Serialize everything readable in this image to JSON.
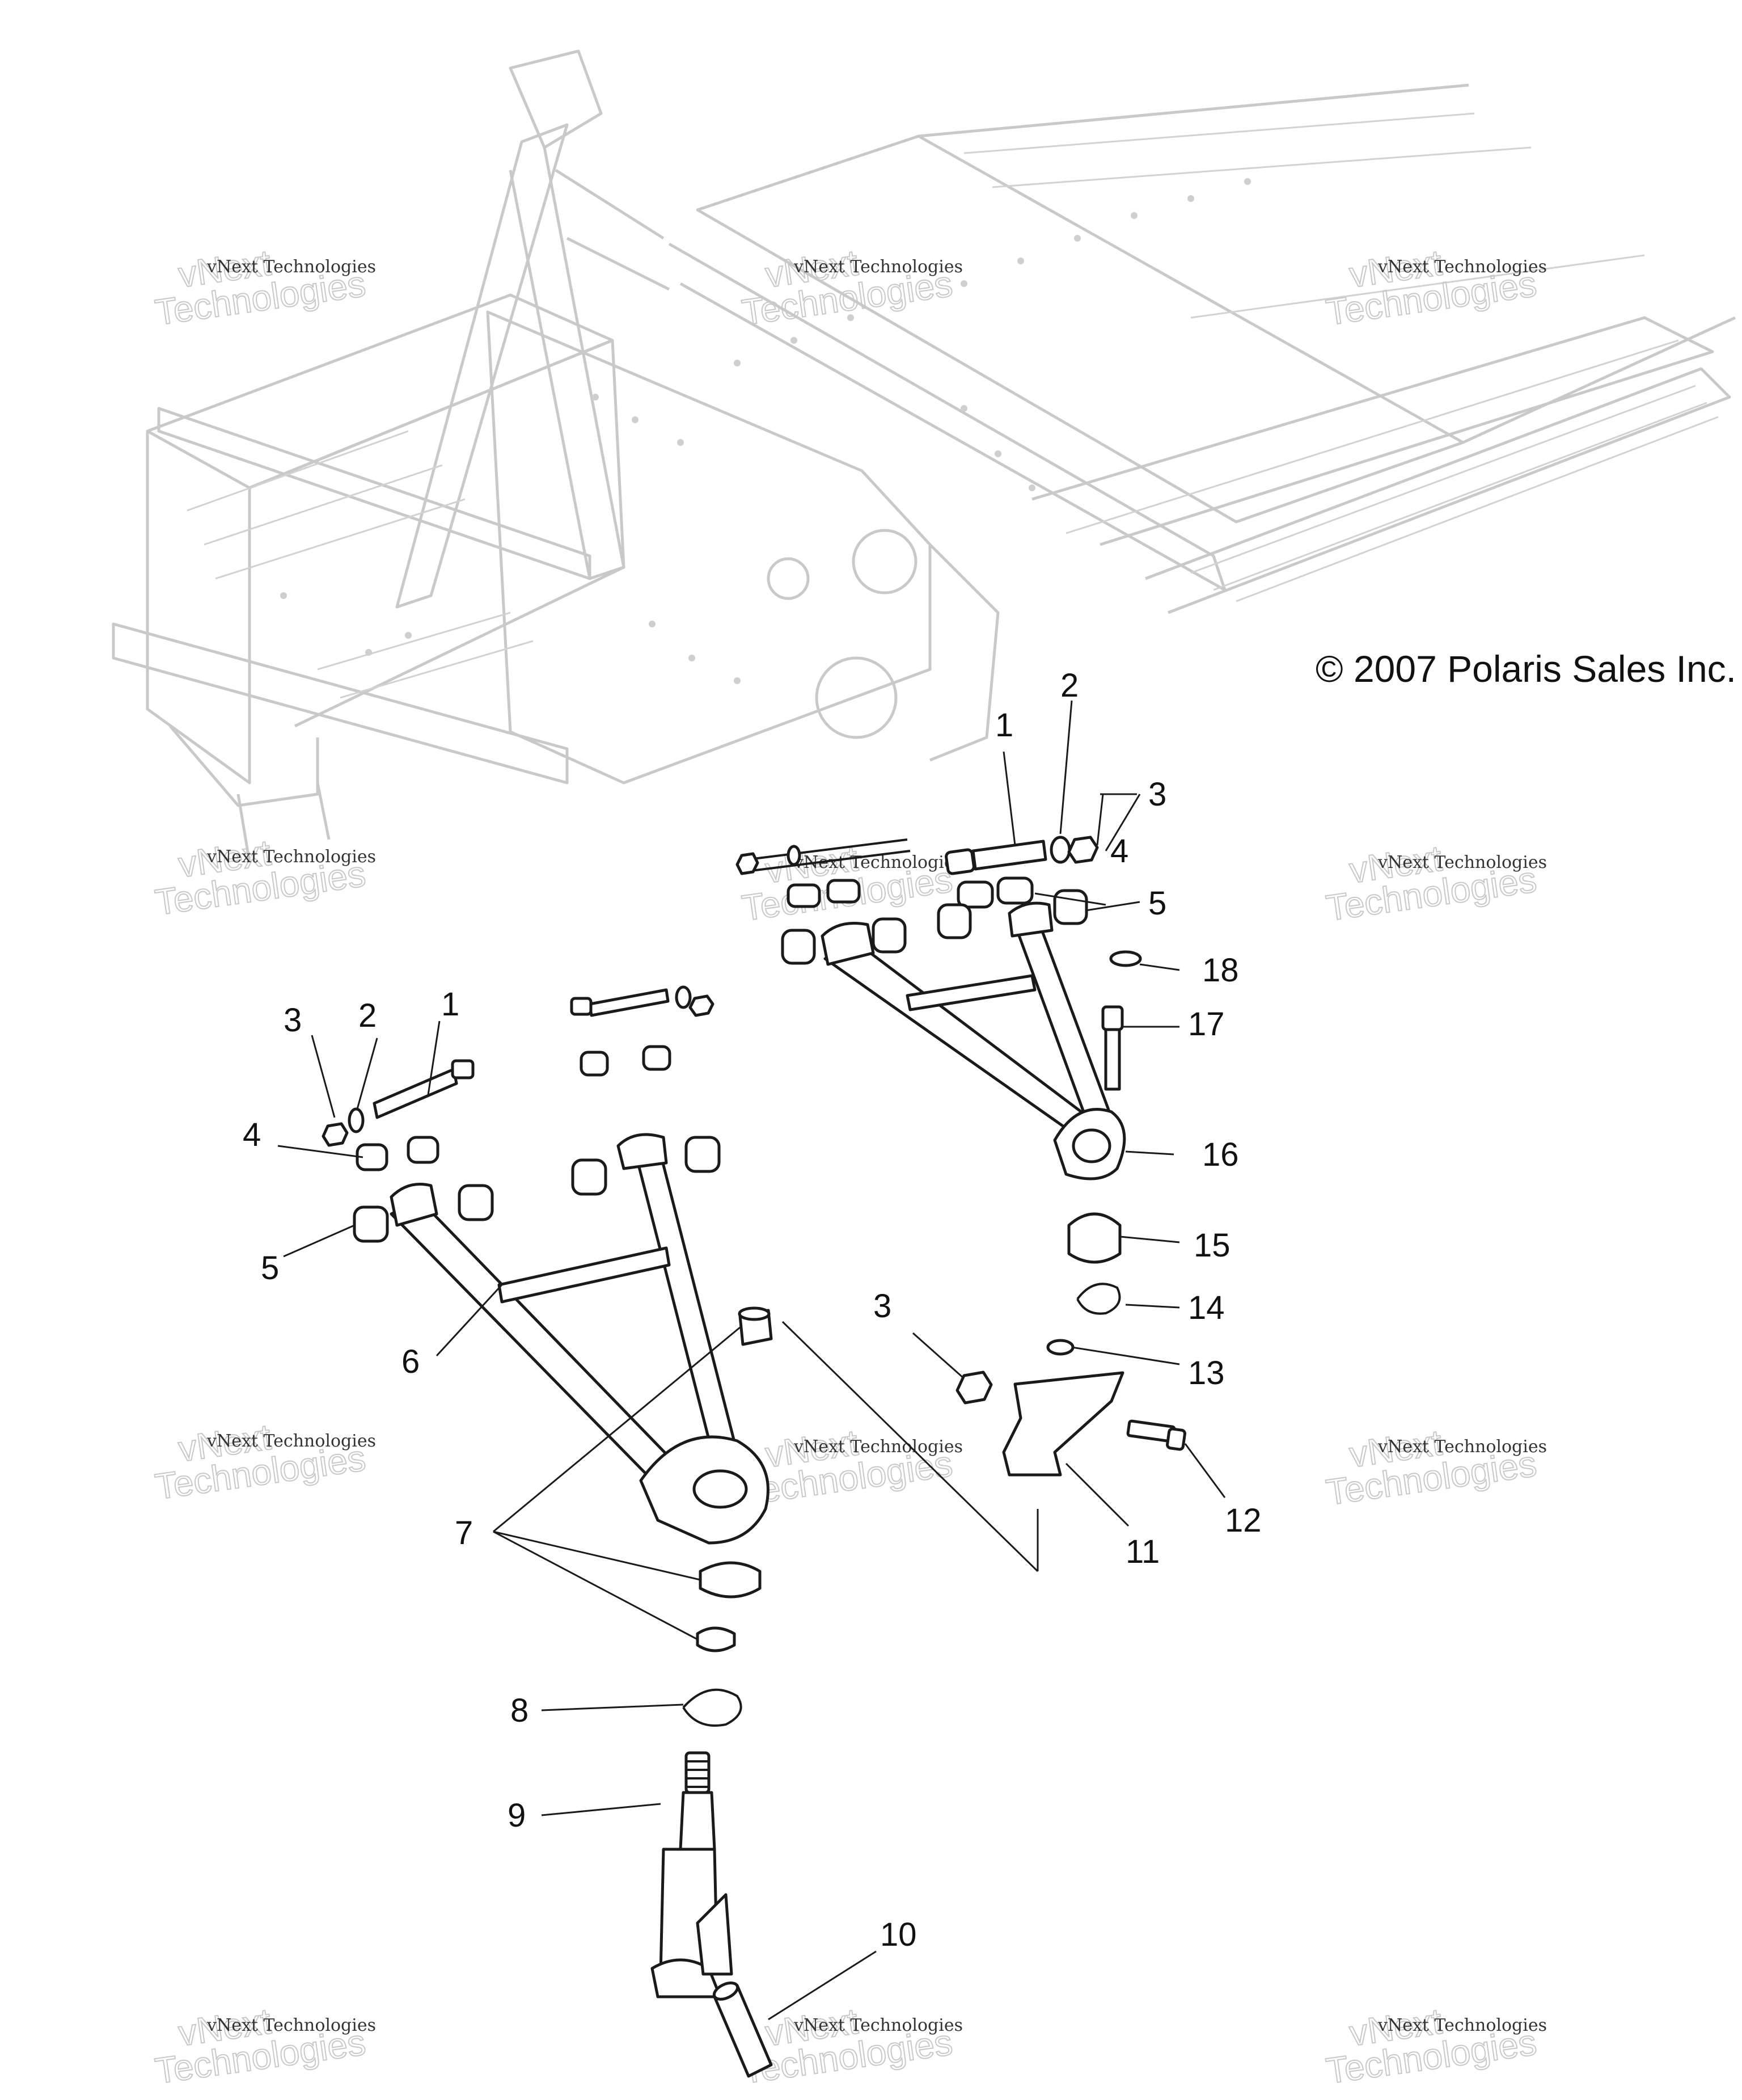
{
  "copyright": "© 2007 Polaris Sales Inc.",
  "watermark": {
    "line1": "vNext Technologies",
    "line2": "vNext",
    "line3": "Technologies"
  },
  "callouts": [
    {
      "id": "c1-right",
      "label": "1"
    },
    {
      "id": "c2-right",
      "label": "2"
    },
    {
      "id": "c3-right",
      "label": "3"
    },
    {
      "id": "c4-right",
      "label": "4"
    },
    {
      "id": "c5-right",
      "label": "5"
    },
    {
      "id": "c18",
      "label": "18"
    },
    {
      "id": "c17",
      "label": "17"
    },
    {
      "id": "c16",
      "label": "16"
    },
    {
      "id": "c15",
      "label": "15"
    },
    {
      "id": "c14",
      "label": "14"
    },
    {
      "id": "c13",
      "label": "13"
    },
    {
      "id": "c12",
      "label": "12"
    },
    {
      "id": "c11",
      "label": "11"
    },
    {
      "id": "c3-mid",
      "label": "3"
    },
    {
      "id": "c1-left",
      "label": "1"
    },
    {
      "id": "c2-left",
      "label": "2"
    },
    {
      "id": "c3-left",
      "label": "3"
    },
    {
      "id": "c4-left",
      "label": "4"
    },
    {
      "id": "c5-left",
      "label": "5"
    },
    {
      "id": "c6",
      "label": "6"
    },
    {
      "id": "c7",
      "label": "7"
    },
    {
      "id": "c8",
      "label": "8"
    },
    {
      "id": "c9",
      "label": "9"
    },
    {
      "id": "c10",
      "label": "10"
    }
  ]
}
